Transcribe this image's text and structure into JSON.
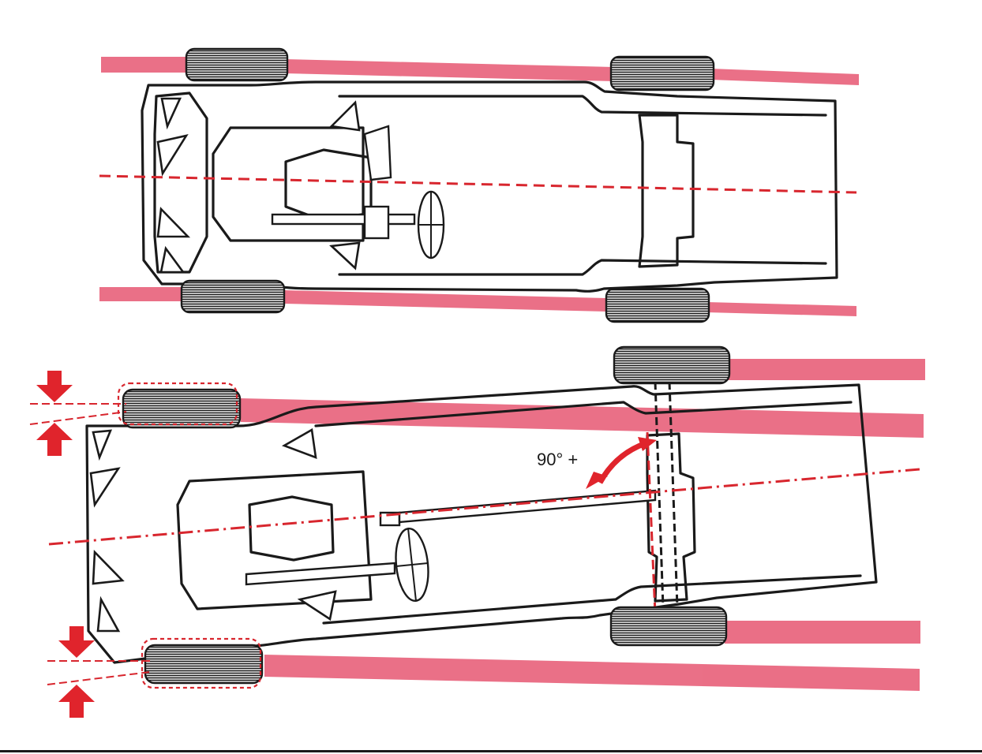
{
  "figure": {
    "angle_label": "90° +"
  },
  "colors": {
    "ink": "#1a1a1a",
    "track": "#e8607a",
    "centerline": "#d8262e",
    "arrow": "#e0242c",
    "background": "#ffffff"
  },
  "panels": [
    {
      "name": "aligned-chassis",
      "state": "straight"
    },
    {
      "name": "misaligned-chassis",
      "state": "twisted"
    }
  ],
  "icons": [
    "tire-icon",
    "steering-wheel-icon",
    "down-arrow-icon",
    "up-arrow-icon",
    "curved-double-arrow-icon"
  ]
}
